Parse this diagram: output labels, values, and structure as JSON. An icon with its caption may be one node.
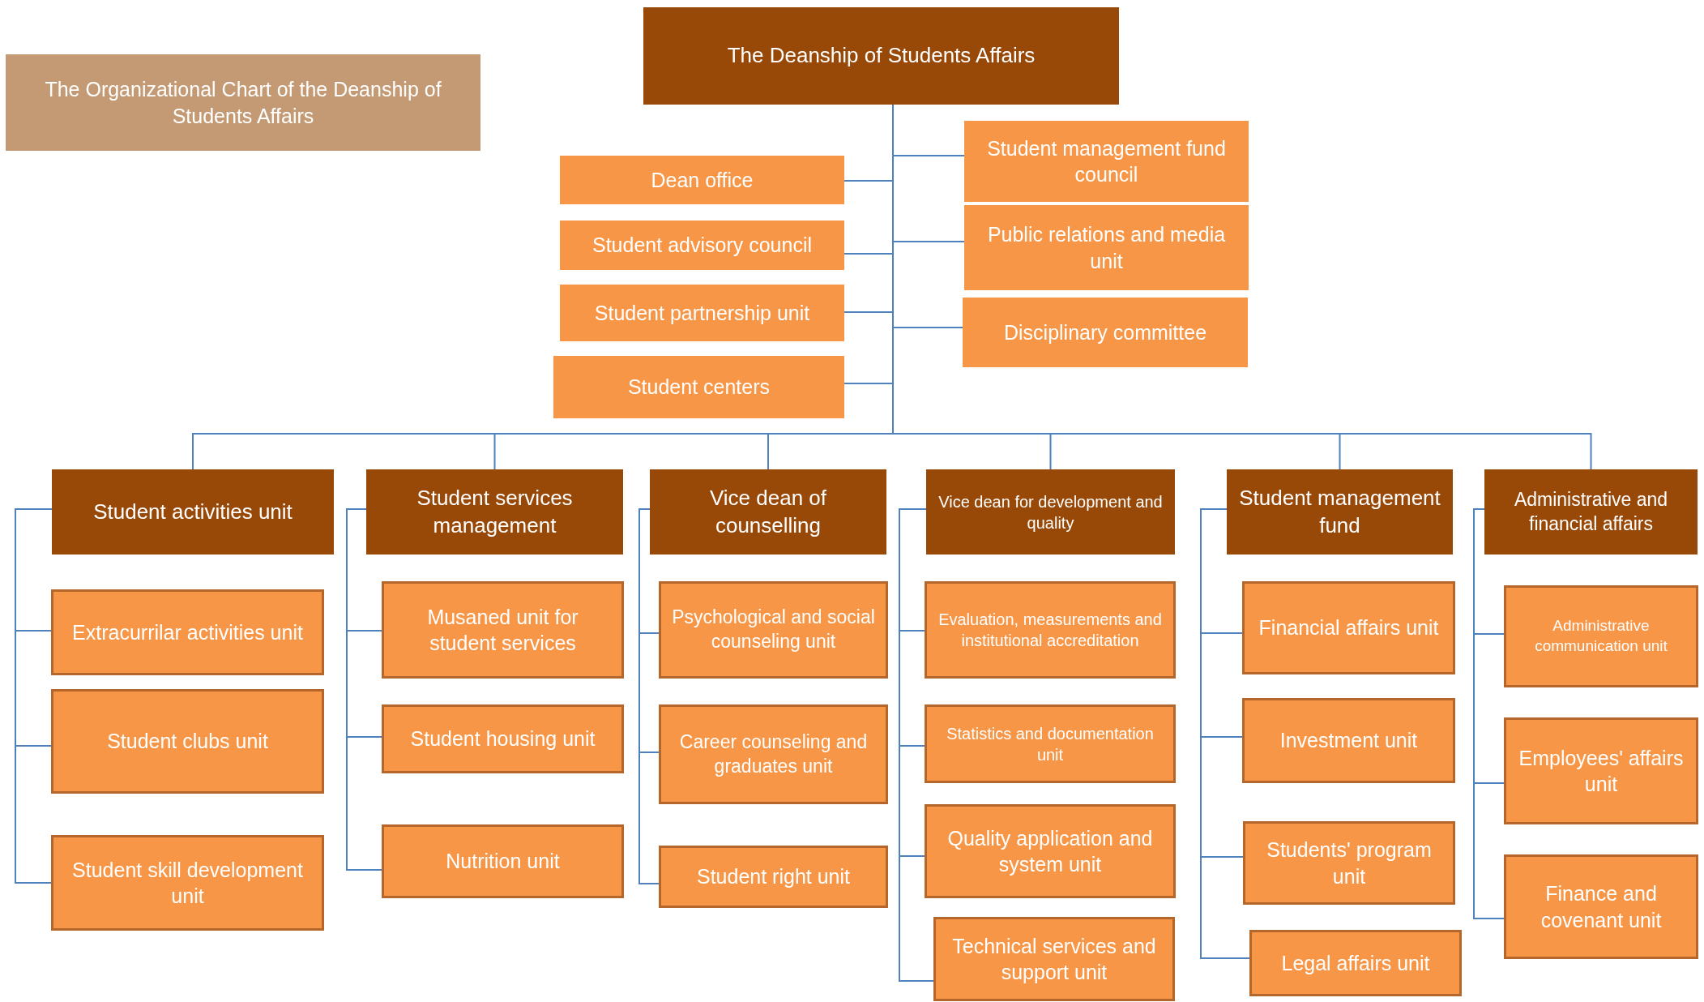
{
  "diagram": {
    "nodes": [
      {
        "text": [
          "The Organizational Chart of the Deanship of Students Affairs"
        ]
      },
      {
        "text": [
          "The Deanship of Students Affairs"
        ]
      },
      {
        "text": [
          "Dean office"
        ]
      },
      {
        "text": [
          "Student advisory council"
        ]
      },
      {
        "text": [
          "Student partnership unit"
        ]
      },
      {
        "text": [
          "Student centers"
        ]
      },
      {
        "text": [
          "Student management fund council"
        ]
      },
      {
        "text": [
          "Public relations and media unit"
        ]
      },
      {
        "text": [
          "Disciplinary committee"
        ]
      },
      {
        "text": [
          "Student activities unit"
        ]
      },
      {
        "text": [
          "Student services management"
        ]
      },
      {
        "text": [
          "Vice dean of counselling"
        ]
      },
      {
        "text": [
          "Vice dean for development and quality"
        ]
      },
      {
        "text": [
          "Student management fund"
        ]
      },
      {
        "text": [
          "Administrative and financial affairs"
        ]
      },
      {
        "text": [
          "Extracurrilar activities unit"
        ]
      },
      {
        "text": [
          "Student clubs unit"
        ]
      },
      {
        "text": [
          "Student skill development unit"
        ]
      },
      {
        "text": [
          "Musaned unit for student services"
        ]
      },
      {
        "text": [
          "Student housing unit"
        ]
      },
      {
        "text": [
          "Nutrition unit"
        ]
      },
      {
        "text": [
          "Psychological and social counseling unit"
        ]
      },
      {
        "text": [
          "Career counseling and graduates unit"
        ]
      },
      {
        "text": [
          "Student right unit"
        ]
      },
      {
        "text": [
          "Evaluation, measurements and institutional accreditation"
        ]
      },
      {
        "text": [
          "Statistics and documentation unit"
        ]
      },
      {
        "text": [
          "Quality application and system unit"
        ]
      },
      {
        "text": [
          "Technical services and support unit"
        ]
      },
      {
        "text": [
          "Financial affairs unit"
        ]
      },
      {
        "text": [
          "Investment unit"
        ]
      },
      {
        "text": [
          "Students' program unit"
        ]
      },
      {
        "text": [
          "Legal affairs unit"
        ]
      },
      {
        "text": [
          "Administrative communication unit"
        ]
      },
      {
        "text": [
          "Employees' affairs unit"
        ]
      },
      {
        "text": [
          "Finance and covenant unit"
        ]
      }
    ],
    "edges": [
      {
        "from": 1,
        "to": 2,
        "arrow": "none"
      },
      {
        "from": 1,
        "to": 3,
        "arrow": "none"
      },
      {
        "from": 1,
        "to": 4,
        "arrow": "none"
      },
      {
        "from": 1,
        "to": 5,
        "arrow": "none"
      },
      {
        "from": 1,
        "to": 6,
        "arrow": "none"
      },
      {
        "from": 1,
        "to": 7,
        "arrow": "none"
      },
      {
        "from": 1,
        "to": 8,
        "arrow": "none"
      },
      {
        "from": 1,
        "to": 9,
        "arrow": "none"
      },
      {
        "from": 1,
        "to": 10,
        "arrow": "none"
      },
      {
        "from": 1,
        "to": 11,
        "arrow": "none"
      },
      {
        "from": 1,
        "to": 12,
        "arrow": "none"
      },
      {
        "from": 1,
        "to": 13,
        "arrow": "none"
      },
      {
        "from": 1,
        "to": 14,
        "arrow": "none"
      },
      {
        "from": 9,
        "to": 15,
        "arrow": "none"
      },
      {
        "from": 9,
        "to": 16,
        "arrow": "none"
      },
      {
        "from": 9,
        "to": 17,
        "arrow": "none"
      },
      {
        "from": 10,
        "to": 18,
        "arrow": "none"
      },
      {
        "from": 10,
        "to": 19,
        "arrow": "none"
      },
      {
        "from": 10,
        "to": 20,
        "arrow": "none"
      },
      {
        "from": 11,
        "to": 21,
        "arrow": "none"
      },
      {
        "from": 11,
        "to": 22,
        "arrow": "none"
      },
      {
        "from": 11,
        "to": 23,
        "arrow": "none"
      },
      {
        "from": 12,
        "to": 24,
        "arrow": "none"
      },
      {
        "from": 12,
        "to": 25,
        "arrow": "none"
      },
      {
        "from": 12,
        "to": 26,
        "arrow": "none"
      },
      {
        "from": 12,
        "to": 27,
        "arrow": "none"
      },
      {
        "from": 13,
        "to": 28,
        "arrow": "none"
      },
      {
        "from": 13,
        "to": 29,
        "arrow": "none"
      },
      {
        "from": 13,
        "to": 30,
        "arrow": "none"
      },
      {
        "from": 13,
        "to": 31,
        "arrow": "none"
      },
      {
        "from": 14,
        "to": 32,
        "arrow": "none"
      },
      {
        "from": 14,
        "to": 33,
        "arrow": "none"
      },
      {
        "from": 14,
        "to": 34,
        "arrow": "none"
      }
    ]
  }
}
